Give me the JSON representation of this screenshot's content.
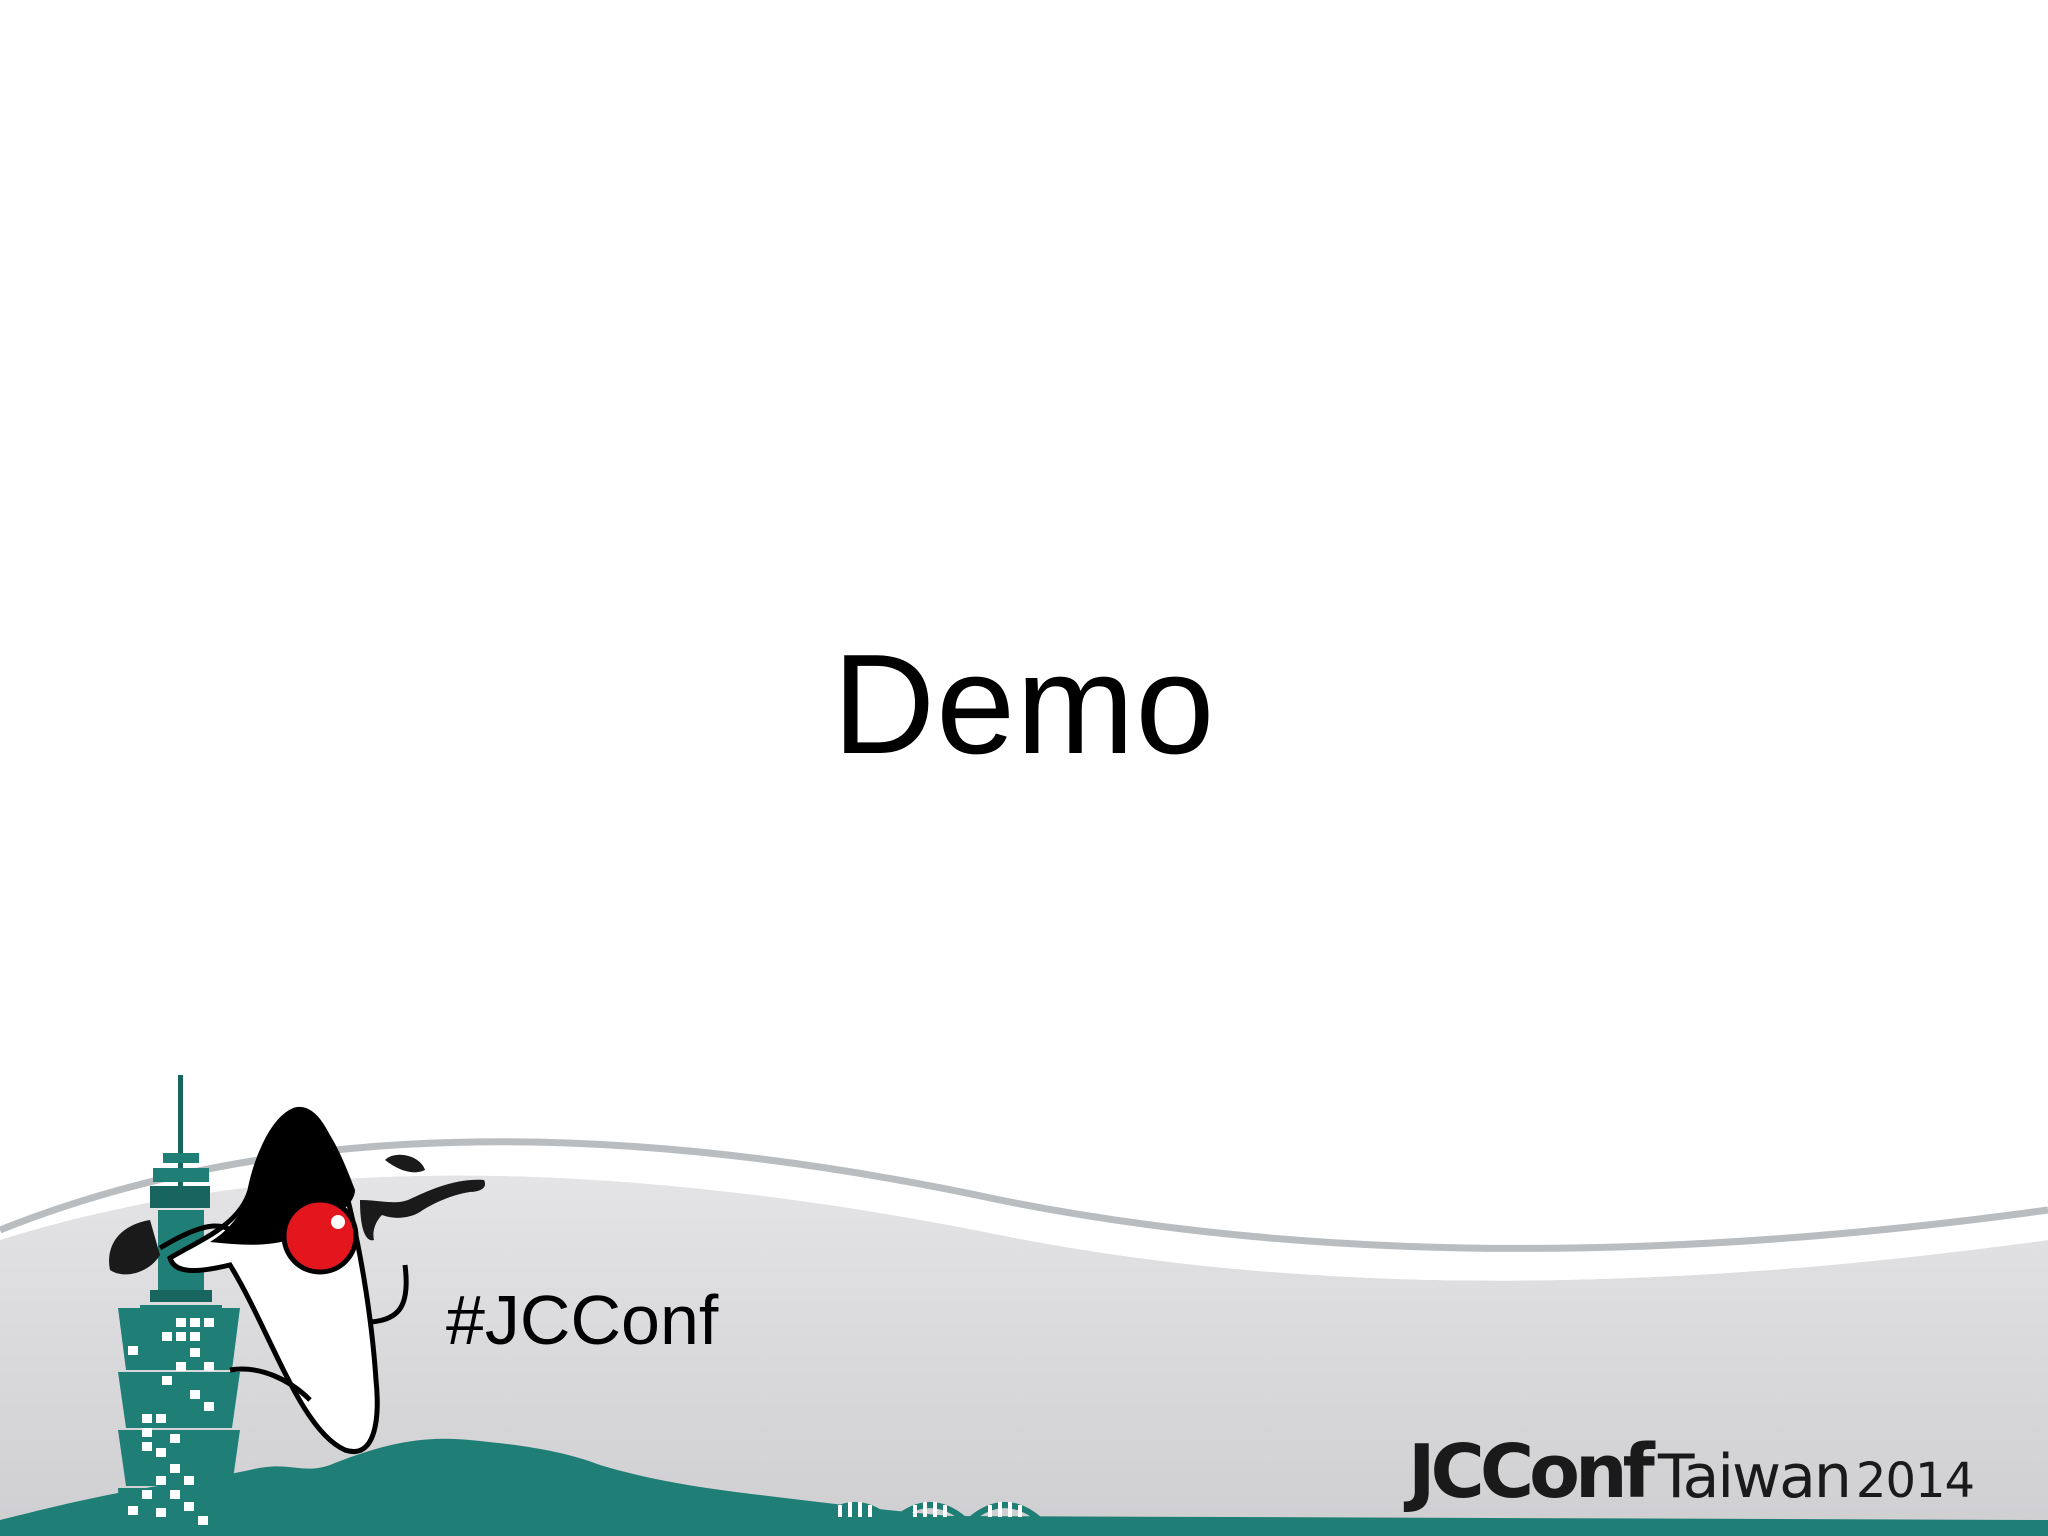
{
  "slide": {
    "title": "Demo",
    "hashtag": "#JCConf",
    "brand": {
      "name": "JCConf",
      "location": "Taiwan",
      "year": "2014"
    }
  },
  "colors": {
    "background": "#ffffff",
    "teal": "#1f7f77",
    "teal_dark": "#17655e",
    "wave_grey": "#c8c8cb",
    "wave_line": "#b9bdbf",
    "mascot_red": "#e2161c",
    "text": "#000000"
  },
  "icons": [
    "duke-mascot-icon",
    "taipei-101-icon",
    "bridge-icon"
  ]
}
